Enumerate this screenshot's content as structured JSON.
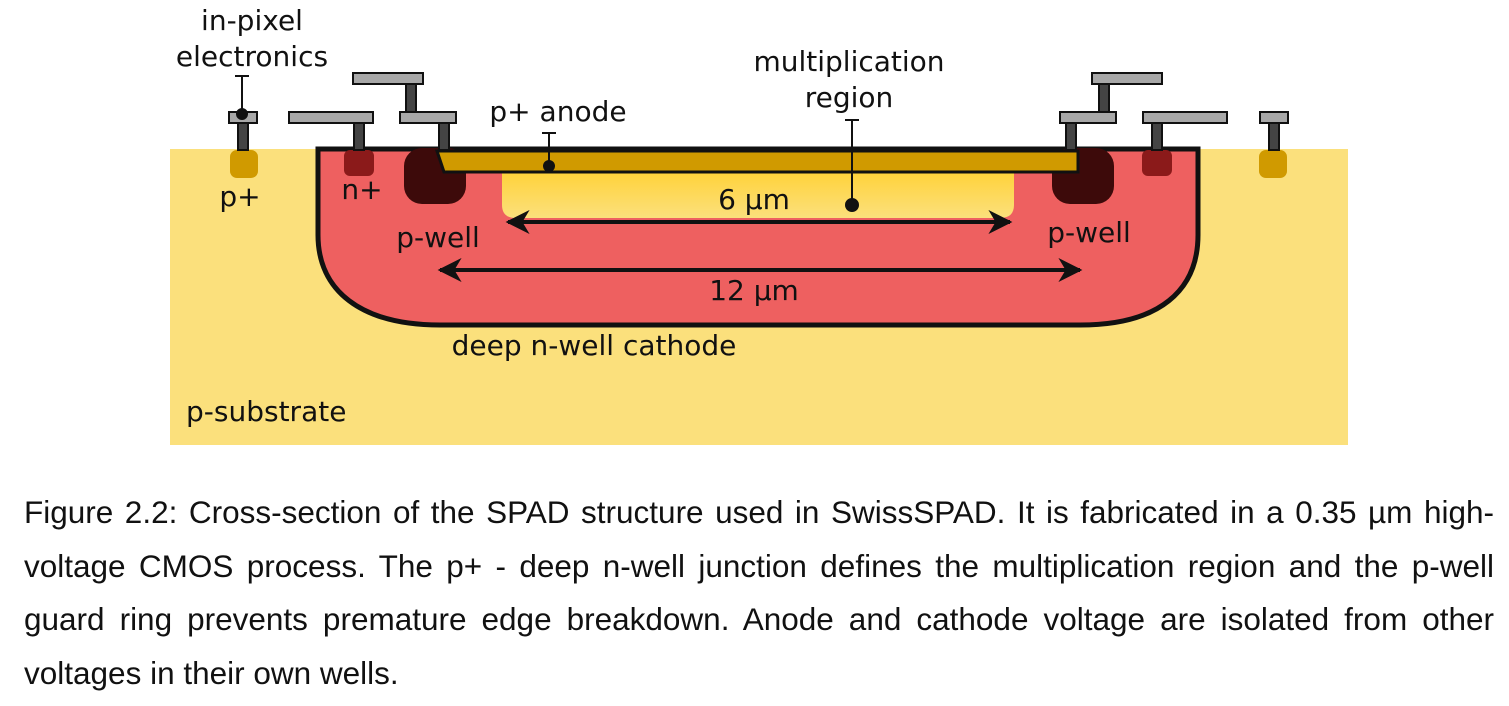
{
  "diagram": {
    "labels": {
      "in_pixel_line1": "in-pixel",
      "in_pixel_line2": "electronics",
      "p_plus": "p+",
      "n_plus": "n+",
      "p_plus_anode": "p+ anode",
      "multiplication_line1": "multiplication",
      "multiplication_line2": "region",
      "p_well_left": "p-well",
      "p_well_right": "p-well",
      "width_inner": "6 µm",
      "width_outer": "12 µm",
      "deep_n_well": "deep n-well cathode",
      "p_substrate": "p-substrate"
    },
    "colors": {
      "substrate": "#fbe07c",
      "n_well": "#ee6060",
      "p_plus_anode": "#d09a00",
      "multiplication_glow": "#ffd23a",
      "p_well": "#3d0a0a",
      "n_plus": "#8b1a1a",
      "contact_metal": "#a8a8a8",
      "outline": "#111111"
    }
  },
  "caption": {
    "text": "Figure 2.2: Cross-section of the SPAD structure used in SwissSPAD. It is fabricated in a 0.35 µm high-voltage CMOS process. The p+ - deep n-well junction defines the multiplication region and the p-well guard ring prevents premature edge breakdown. Anode and cathode voltage are isolated from other voltages in their own wells."
  }
}
